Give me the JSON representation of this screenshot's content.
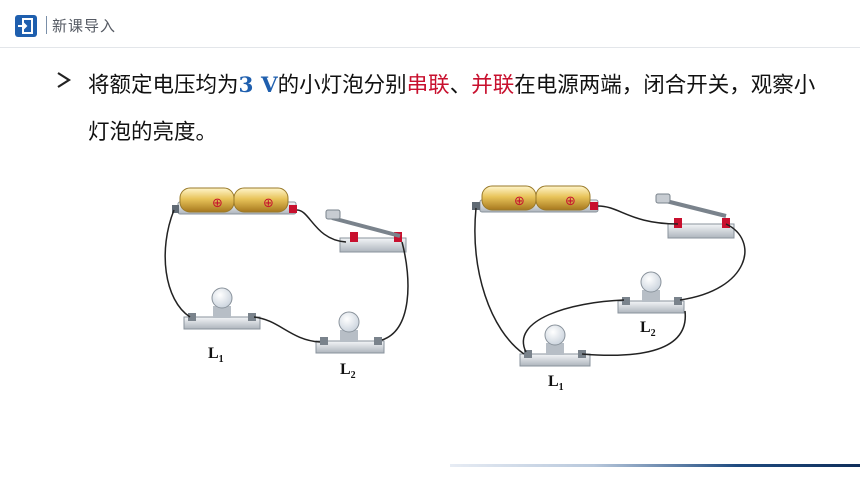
{
  "header": {
    "title": "新课导入",
    "icon": "exit-door-icon",
    "accent_color": "#1f5fae"
  },
  "intro": {
    "bullet_icon": "arrow-right-icon",
    "part1": "将额定电压均为",
    "voltage": "3 V",
    "part2": "的小灯泡分别",
    "series": "串联",
    "sep": "、",
    "parallel": "并联",
    "part3": "在电源两端，闭合开关，观察小灯泡的亮度。"
  },
  "labels": {
    "series_l1": "L",
    "series_l1_sub": "1",
    "series_l2": "L",
    "series_l2_sub": "2",
    "parallel_l1": "L",
    "parallel_l1_sub": "1",
    "parallel_l2": "L",
    "parallel_l2_sub": "2"
  },
  "battery": {
    "cell1_sign": "⊕",
    "cell2_sign": "⊕"
  }
}
